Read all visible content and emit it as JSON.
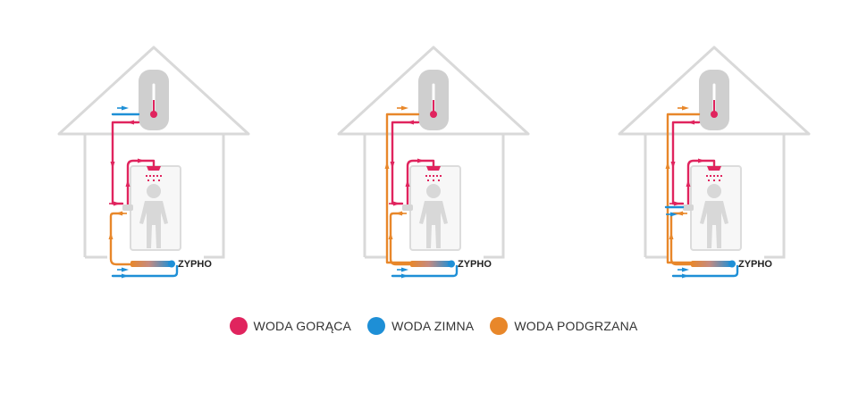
{
  "colors": {
    "hot": "#e0245e",
    "cold": "#1e8fd6",
    "warm": "#e8872a",
    "house": "#d9d9d9",
    "boiler": "#cfcfcf"
  },
  "houses": [
    {
      "device_label": "ZYPHO",
      "variant": "boiler-fed-from-cold"
    },
    {
      "device_label": "ZYPHO",
      "variant": "boiler-fed-from-preheated"
    },
    {
      "device_label": "ZYPHO",
      "variant": "boiler-and-mixer-fed-from-preheated"
    }
  ],
  "legend": [
    {
      "label": "WODA GORĄCA",
      "color": "#e0245e"
    },
    {
      "label": "WODA ZIMNA",
      "color": "#1e8fd6"
    },
    {
      "label": "WODA PODGRZANA",
      "color": "#e8872a"
    }
  ]
}
